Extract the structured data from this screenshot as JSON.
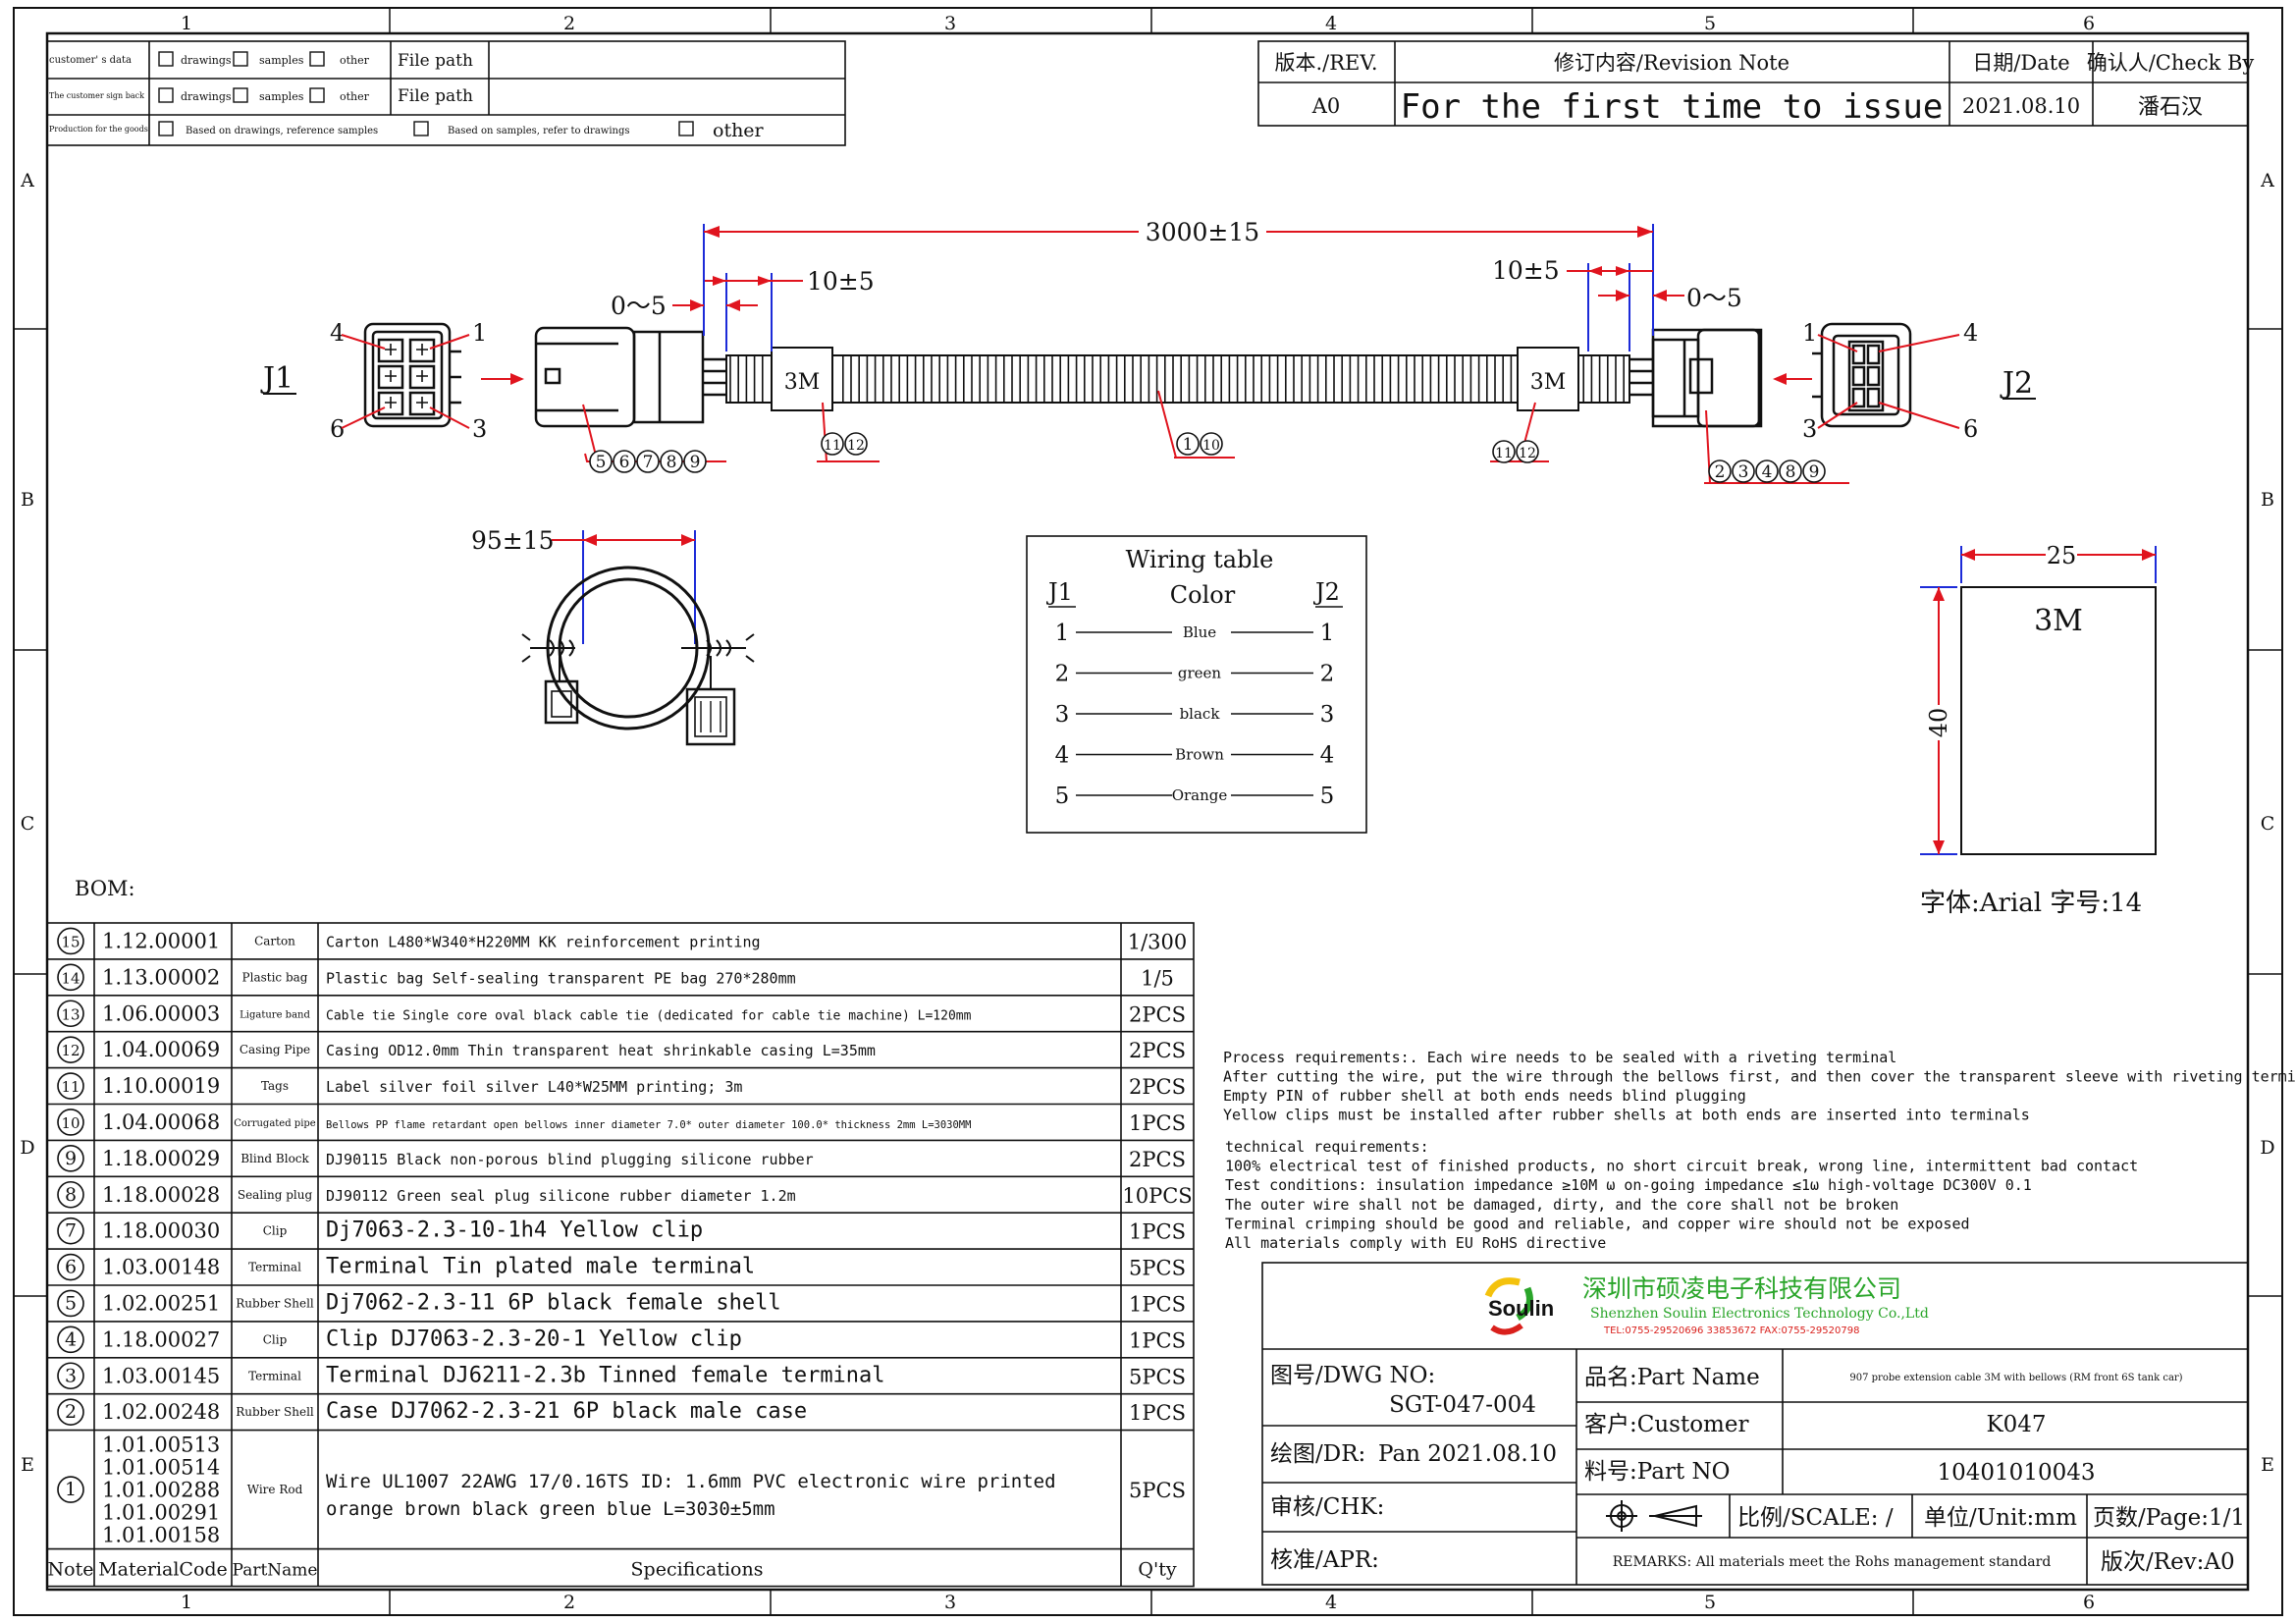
{
  "zones": {
    "cols": [
      "1",
      "2",
      "3",
      "4",
      "5",
      "6"
    ],
    "rows": [
      "A",
      "B",
      "C",
      "D",
      "E"
    ]
  },
  "source_table": {
    "rows": [
      {
        "label": "customer' s  data",
        "opts": [
          "drawings",
          "samples",
          "other"
        ],
        "path": "File path"
      },
      {
        "label": "The customer sign back",
        "opts": [
          "drawings",
          "samples",
          "other"
        ],
        "path": "File path"
      },
      {
        "label": "Production for the goods",
        "opts": [
          "Based on drawings, reference samples",
          "Based on samples, refer to drawings",
          "other"
        ]
      }
    ]
  },
  "revision": {
    "headers": [
      "版本./REV.",
      "修订内容/Revision Note",
      "日期/Date",
      "确认人/Check By"
    ],
    "row": [
      "A0",
      "For the first time to issue",
      "2021.08.10",
      "潘石汉"
    ]
  },
  "drawing": {
    "j1": "J1",
    "j2": "J2",
    "pins_left": [
      "4",
      "1",
      "6",
      "3"
    ],
    "pins_right": [
      "1",
      "4",
      "3",
      "6"
    ],
    "dim_total": "3000±15",
    "dim_left_a": "0～5",
    "dim_left_b": "10±5",
    "dim_right_a": "10±5",
    "dim_right_b": "0～5",
    "label_3m": "3M",
    "callouts": {
      "left_connector": [
        "5",
        "6",
        "7",
        "8",
        "9"
      ],
      "left_label": [
        "11",
        "12"
      ],
      "bellows": [
        "1",
        "10"
      ],
      "right_label": [
        "11",
        "12"
      ],
      "right_connector": [
        "2",
        "3",
        "4",
        "8",
        "9"
      ]
    },
    "coil_dim": "95±15",
    "label_box": {
      "w": "25",
      "h": "40",
      "text": "3M"
    },
    "font_note": "字体:Arial 字号:14"
  },
  "wiring": {
    "title": "Wiring table",
    "left": "J1",
    "mid": "Color",
    "right": "J2",
    "rows": [
      {
        "a": "1",
        "c": "Blue",
        "b": "1"
      },
      {
        "a": "2",
        "c": "green",
        "b": "2"
      },
      {
        "a": "3",
        "c": "black",
        "b": "3"
      },
      {
        "a": "4",
        "c": "Brown",
        "b": "4"
      },
      {
        "a": "5",
        "c": "Orange",
        "b": "5"
      }
    ]
  },
  "bom": {
    "title": "BOM:",
    "headers": [
      "Note",
      "MaterialCode",
      "PartName",
      "Specifications",
      "Q'ty"
    ],
    "rows": [
      {
        "n": "15",
        "code": "1.12.00001",
        "part": "Carton",
        "spec": "Carton L480*W340*H220MM KK reinforcement printing",
        "qty": "1/300"
      },
      {
        "n": "14",
        "code": "1.13.00002",
        "part": "Plastic bag",
        "spec": "Plastic bag Self-sealing transparent PE bag 270*280mm",
        "qty": "1/5"
      },
      {
        "n": "13",
        "code": "1.06.00003",
        "part": "Ligature band",
        "spec": "Cable tie Single core oval black cable tie (dedicated for cable tie machine) L=120mm",
        "qty": "2PCS"
      },
      {
        "n": "12",
        "code": "1.04.00069",
        "part": "Casing Pipe",
        "spec": "Casing OD12.0mm Thin transparent heat shrinkable casing L=35mm",
        "qty": "2PCS"
      },
      {
        "n": "11",
        "code": "1.10.00019",
        "part": "Tags",
        "spec": "Label silver foil silver L40*W25MM printing; 3m",
        "qty": "2PCS"
      },
      {
        "n": "10",
        "code": "1.04.00068",
        "part": "Corrugated pipe",
        "spec": "Bellows PP flame retardant open bellows inner diameter 7.0* outer diameter 100.0* thickness 2mm L=3030MM",
        "qty": "1PCS"
      },
      {
        "n": "9",
        "code": "1.18.00029",
        "part": "Blind Block",
        "spec": "DJ90115 Black non-porous blind plugging silicone rubber",
        "qty": "2PCS"
      },
      {
        "n": "8",
        "code": "1.18.00028",
        "part": "Sealing plug",
        "spec": "DJ90112 Green seal plug silicone rubber diameter 1.2m",
        "qty": "10PCS"
      },
      {
        "n": "7",
        "code": "1.18.00030",
        "part": "Clip",
        "spec": "Dj7063-2.3-10-1h4 Yellow clip",
        "qty": "1PCS"
      },
      {
        "n": "6",
        "code": "1.03.00148",
        "part": "Terminal",
        "spec": "Terminal Tin plated male terminal",
        "qty": "5PCS"
      },
      {
        "n": "5",
        "code": "1.02.00251",
        "part": "Rubber Shell",
        "spec": "Dj7062-2.3-11 6P black female shell",
        "qty": "1PCS"
      },
      {
        "n": "4",
        "code": "1.18.00027",
        "part": "Clip",
        "spec": "Clip DJ7063-2.3-20-1 Yellow clip",
        "qty": "1PCS"
      },
      {
        "n": "3",
        "code": "1.03.00145",
        "part": "Terminal",
        "spec": "Terminal DJ6211-2.3b Tinned female terminal",
        "qty": "5PCS"
      },
      {
        "n": "2",
        "code": "1.02.00248",
        "part": "Rubber Shell",
        "spec": "Case DJ7062-2.3-21 6P black male case",
        "qty": "1PCS"
      },
      {
        "n": "1",
        "codes": [
          "1.01.00513",
          "1.01.00514",
          "1.01.00288",
          "1.01.00291",
          "1.01.00158"
        ],
        "part": "Wire Rod",
        "spec1": "Wire UL1007 22AWG 17/0.16TS ID: 1.6mm PVC electronic wire printed",
        "spec2": "orange brown black green blue L=3030±5mm",
        "qty": "5PCS"
      }
    ]
  },
  "requirements": {
    "process": [
      "Process requirements:. Each wire needs to be sealed with a riveting terminal",
      "After cutting the wire, put the wire through the bellows first, and then cover the transparent sleeve with riveting terminal",
      "Empty PIN of rubber shell at both ends needs blind plugging",
      "Yellow clips must be installed after rubber shells at both ends are inserted into terminals"
    ],
    "technical": [
      "technical  requirements:",
      " 100% electrical test of finished products, no short circuit break, wrong line, intermittent bad contact",
      "Test conditions: insulation impedance ≥10M ω on-going impedance ≤1ω high-voltage DC300V 0.1",
      "The outer wire shall not be damaged, dirty, and the core shall not be broken",
      "Terminal crimping should be good and reliable, and copper wire should not be exposed",
      "All materials comply with EU RoHS directive"
    ]
  },
  "title_block": {
    "logo": "Soulin",
    "company_cn": "深圳市硕凌电子科技有限公司",
    "company_en": "Shenzhen Soulin Electronics Technology Co.,Ltd",
    "contact": "TEL:0755-29520696 33853672  FAX:0755-29520798",
    "dwg_label": "图号/DWG NO:",
    "dwg_no": "SGT-047-004",
    "dr_label": "绘图/DR:",
    "dr_value": "Pan 2021.08.10",
    "chk_label": "审核/CHK:",
    "apr_label": "核准/APR:",
    "part_name_label": "品名:Part Name",
    "part_name": "907 probe extension cable 3M with bellows (RM front 6S tank car)",
    "customer_label": "客户:Customer",
    "customer": "K047",
    "part_no_label": "料号:Part NO",
    "part_no": "10401010043",
    "scale": "比例/SCALE: /",
    "unit": "单位/Unit:mm",
    "page": "页数/Page:1/1",
    "remarks": "REMARKS: All materials meet the Rohs management standard",
    "rev": "版次/Rev:A0"
  },
  "colors": {
    "dim_red": "#e0141e",
    "ext_blue": "#1c2bd8",
    "logo_green": "#2aa52a",
    "logo_yellow": "#f4c20d",
    "logo_red": "#d9201c"
  }
}
